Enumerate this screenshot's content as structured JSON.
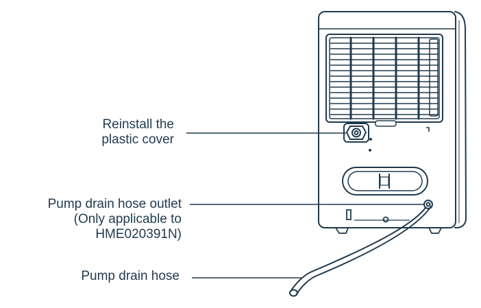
{
  "labels": {
    "cover_line1": "Reinstall the",
    "cover_line2": "plastic cover",
    "outlet_line1": "Pump drain hose outlet",
    "outlet_line2": "(Only applicable to",
    "outlet_line3": "HME020391N)",
    "hose": "Pump drain hose"
  },
  "colors": {
    "ink": "#1f3a4d",
    "background": "#ffffff"
  },
  "device": {
    "name": "dehumidifier-rear-view"
  }
}
